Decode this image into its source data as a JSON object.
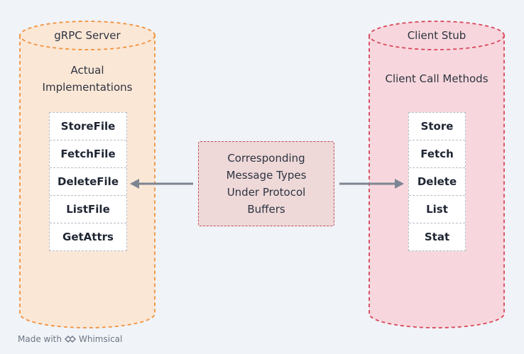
{
  "left_cylinder": {
    "title": "gRPC Server",
    "subtitle_line1": "Actual",
    "subtitle_line2": "Implementations",
    "items": [
      "StoreFile",
      "FetchFile",
      "DeleteFile",
      "ListFile",
      "GetAttrs"
    ]
  },
  "right_cylinder": {
    "title": "Client Stub",
    "subtitle": "Client Call Methods",
    "items": [
      "Store",
      "Fetch",
      "Delete",
      "List",
      "Stat"
    ]
  },
  "center_box": {
    "text": "Corresponding\nMessage Types\nUnder Protocol\nBuffers"
  },
  "footer": {
    "made_with": "Made with",
    "brand": "Whimsical"
  },
  "colors": {
    "left_fill": "#fbe7d6",
    "left_stroke": "#f0923e",
    "right_fill": "#f7d7dd",
    "right_stroke": "#d8465a",
    "arrow": "#7d8592"
  }
}
